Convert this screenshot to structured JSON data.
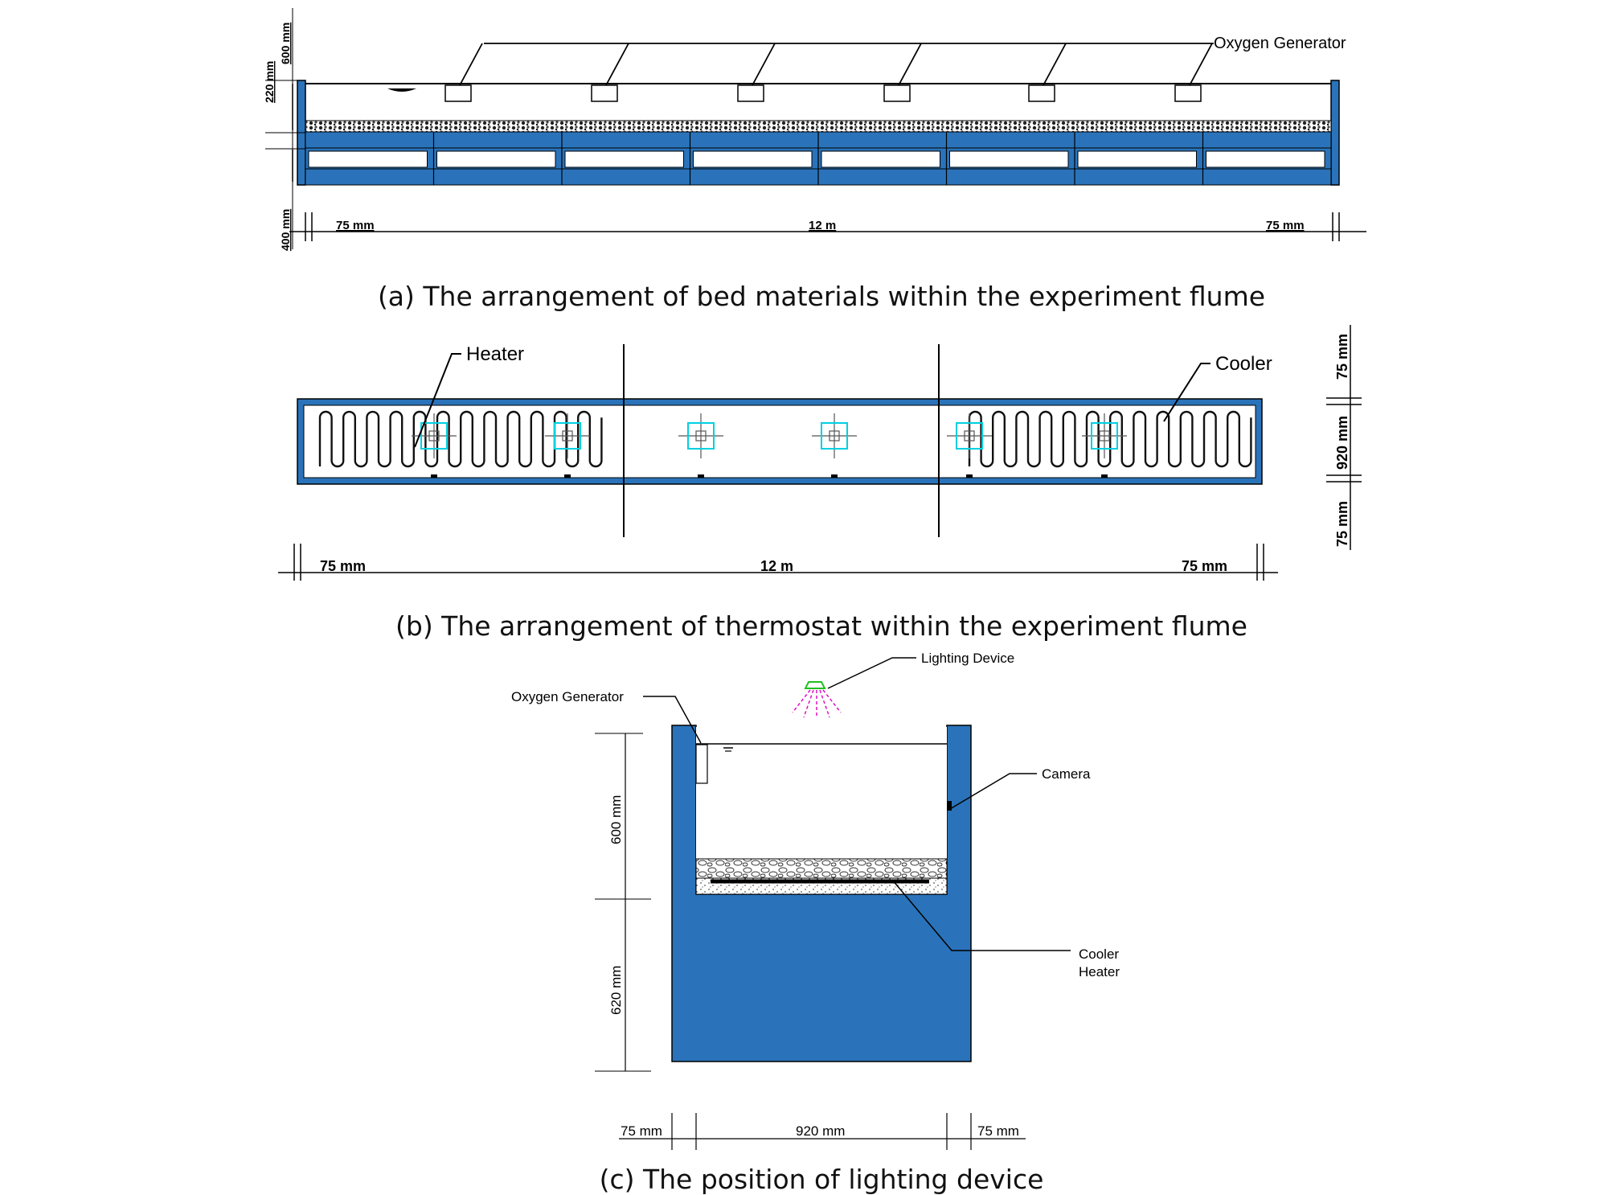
{
  "colors": {
    "concrete": "#2a73ba",
    "dark": "#1a1a1a",
    "box": "#00d0e0",
    "light_cone": "#e010c0",
    "light_device": "#20c020"
  },
  "panel_a": {
    "caption": "(a) The arrangement of bed materials within the experiment flume",
    "oxygen_label": "Oxygen Generator",
    "dim_600": "600 mm",
    "dim_220": "220 mm",
    "dim_400": "400 mm",
    "dim_left": "75 mm",
    "dim_center": "12 m",
    "dim_right": "75 mm"
  },
  "panel_b": {
    "caption": "(b) The arrangement of thermostat within the experiment flume",
    "heater_label": "Heater",
    "cooler_label": "Cooler",
    "dim_left": "75 mm",
    "dim_center": "12 m",
    "dim_right": "75 mm",
    "dim_side_top": "75 mm",
    "dim_side_mid": "920 mm",
    "dim_side_bottom": "75 mm"
  },
  "panel_c": {
    "caption": "(c) The position of lighting device",
    "lighting_label": "Lighting Device",
    "oxygen_label": "Oxygen Generator",
    "camera_label": "Camera",
    "cooler_label": "Cooler",
    "heater_label": "Heater",
    "dim_600": "600 mm",
    "dim_620": "620 mm",
    "dim_left": "75 mm",
    "dim_center": "920 mm",
    "dim_right": "75 mm"
  }
}
